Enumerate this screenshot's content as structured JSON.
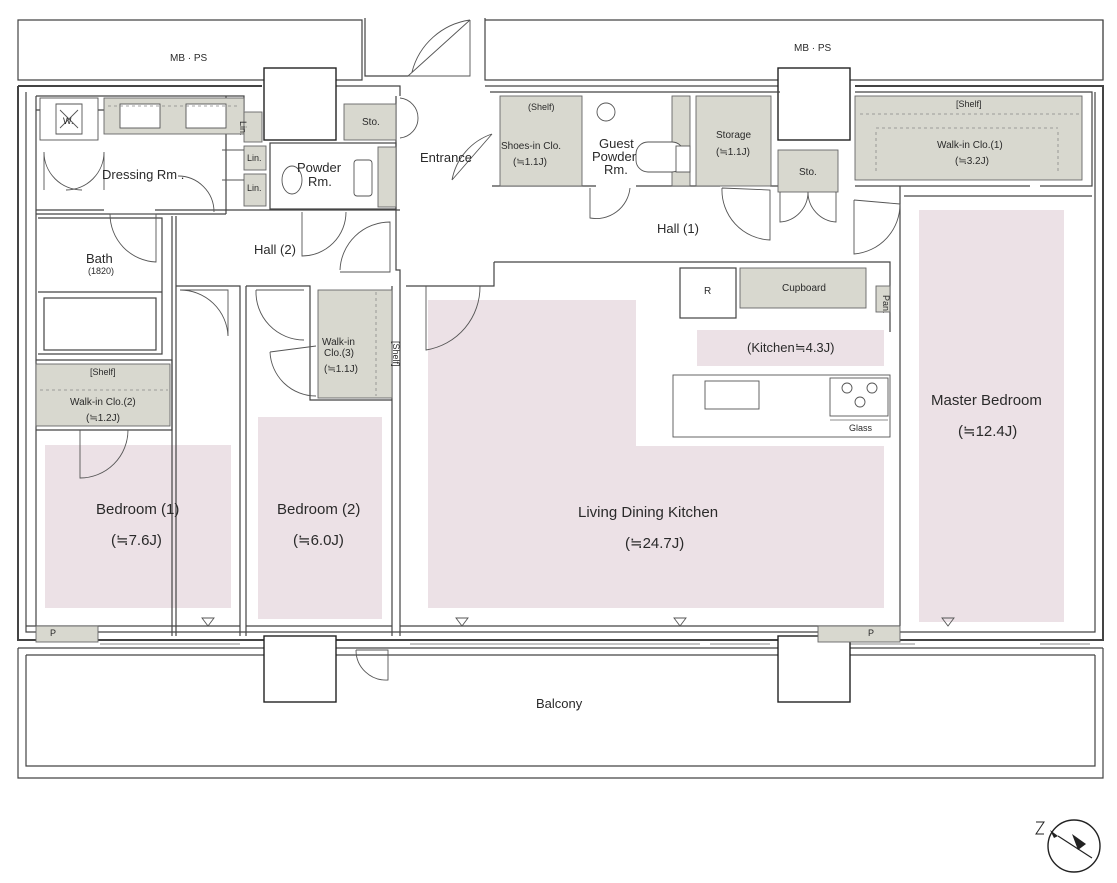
{
  "labels": {
    "mbps_left": "MB · PS",
    "mbps_right": "MB · PS",
    "washer": "W.",
    "dressing_room": "Dressing Rm .",
    "linen_1": "Lin.",
    "linen_2": "Lin.",
    "linen_3": "Lin.",
    "storage_small_1": "Sto.",
    "powder_room_line1": "Powder",
    "powder_room_line2": "Rm.",
    "entrance": "Entrance",
    "shoes_shelf": "(Shelf)",
    "shoes_closet": "Shoes-in Clo.",
    "shoes_closet_size": "(≒1.1J)",
    "guest_powder_line1": "Guest",
    "guest_powder_line2": "Powder",
    "guest_powder_line3": "Rm.",
    "storage": "Storage",
    "storage_size": "(≒1.1J)",
    "storage_small_2": "Sto.",
    "master_wic_shelf": "[Shelf]",
    "master_wic": "Walk-in Clo.(1)",
    "master_wic_size": "(≒3.2J)",
    "bath": "Bath",
    "bath_size": "(1820)",
    "hall_2": "Hall (2)",
    "hall_1": "Hall (1)",
    "wic3_line1": "Walk-in",
    "wic3_line2": "Clo.(3)",
    "wic3_size": "(≒1.1J)",
    "wic3_shelf": "[Shelf]",
    "wic2_shelf": "[Shelf]",
    "wic2": "Walk-in Clo.(2)",
    "wic2_size": "(≒1.2J)",
    "fridge": "R",
    "cupboard": "Cupboard",
    "pantry": "Pan.",
    "kitchen": "(Kitchen≒4.3J)",
    "glass": "Glass",
    "bedroom1": "Bedroom (1)",
    "bedroom1_size": "(≒7.6J)",
    "bedroom2": "Bedroom (2)",
    "bedroom2_size": "(≒6.0J)",
    "ldk": "Living Dining Kitchen",
    "ldk_size": "(≒24.7J)",
    "master_bedroom": "Master Bedroom",
    "master_bedroom_size": "(≒12.4J)",
    "p_left": "P",
    "p_right": "P",
    "balcony": "Balcony"
  }
}
